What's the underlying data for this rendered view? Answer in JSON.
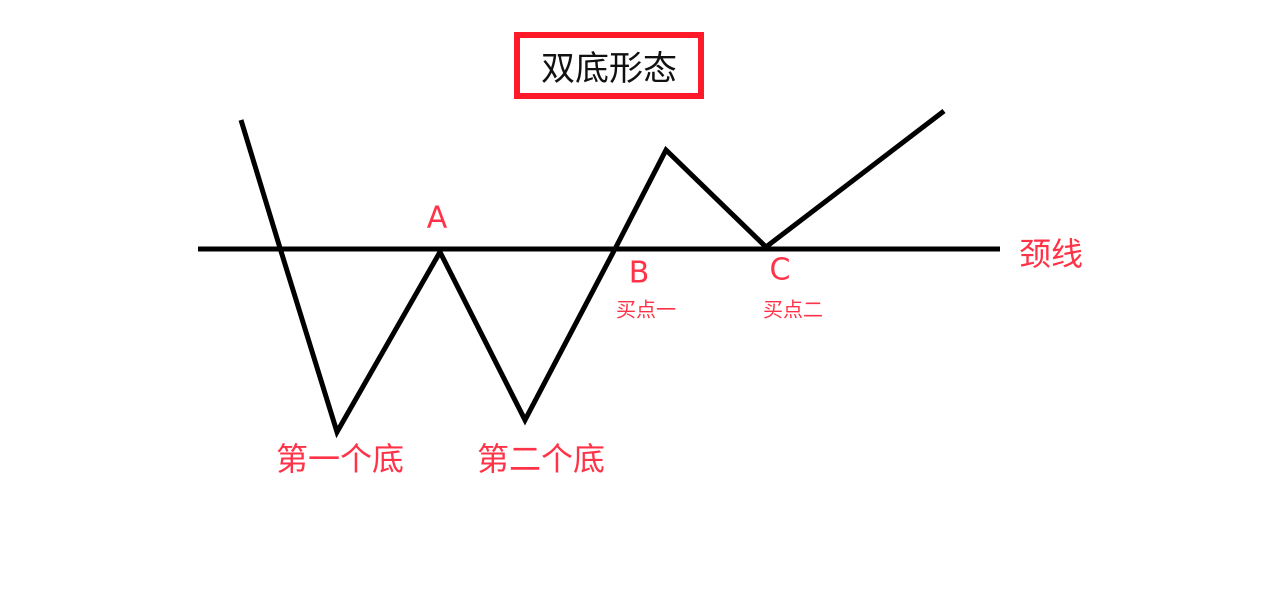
{
  "title": "双底形态",
  "labels": {
    "neckline": "颈线",
    "point_a": "A",
    "point_b": "B",
    "point_c": "C",
    "buy_point_1": "买点一",
    "buy_point_2": "买点二",
    "first_bottom": "第一个底",
    "second_bottom": "第二个底"
  },
  "colors": {
    "line": "#000000",
    "label": "#ff3347",
    "title_border": "#ff1a2a"
  }
}
